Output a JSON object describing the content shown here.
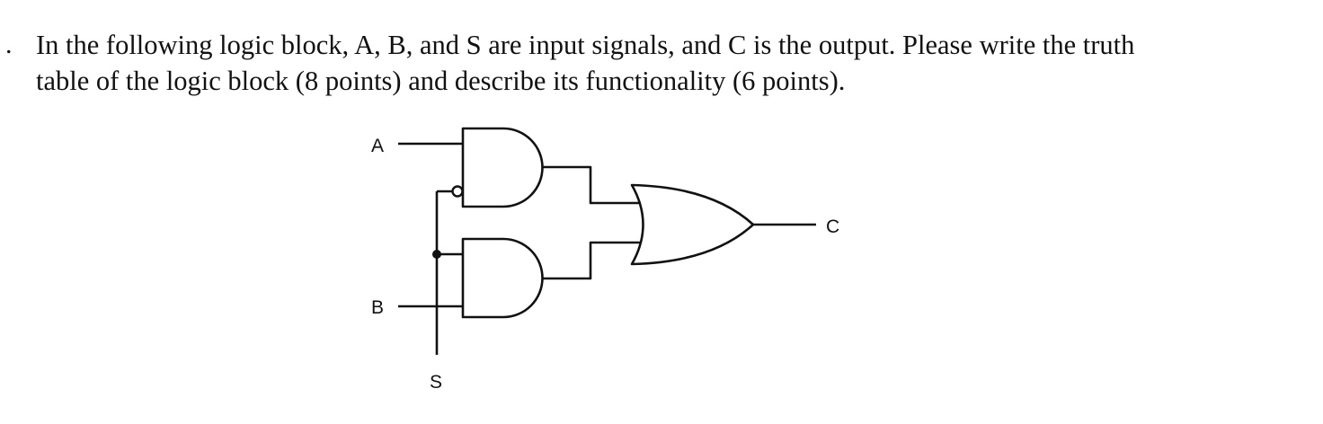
{
  "question": {
    "marker": ".",
    "line1": "In the following logic block, A, B, and S are input signals, and C is the output. Please write the truth",
    "line2": "table of the logic block (8 points) and describe its functionality (6 points)."
  },
  "circuit": {
    "inputs": [
      "A",
      "B",
      "S"
    ],
    "output": "C",
    "labels": {
      "a": "A",
      "b": "B",
      "s": "S",
      "c": "C"
    }
  }
}
